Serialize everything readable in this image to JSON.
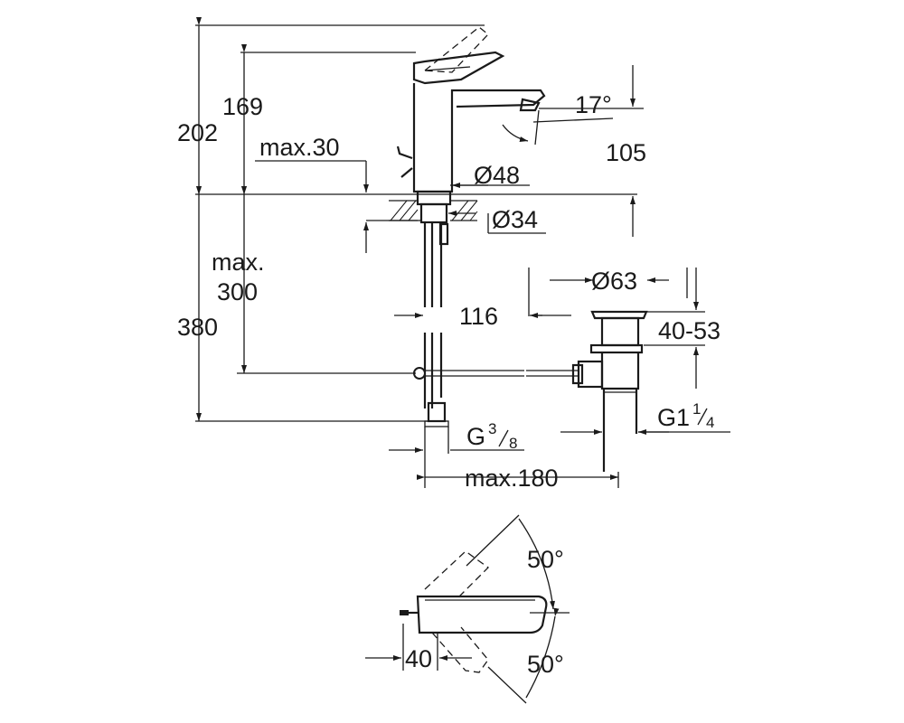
{
  "diagram": {
    "dimensions": {
      "height_202": "202",
      "height_169": "169",
      "max30": "max.30",
      "angle_17": "17°",
      "reach_105": "105",
      "dia_48": "Ø48",
      "dia_34": "Ø34",
      "max_label": "max.",
      "max_300": "300",
      "height_380": "380",
      "dist_116": "116",
      "dia_63": "Ø63",
      "range_40_53": "40-53",
      "thread_g1_main": "G1",
      "thread_g1_num": "1",
      "thread_g1_den": "4",
      "thread_g38_main": "G",
      "thread_g38_num": "3",
      "thread_g38_den": "8",
      "max_180": "max.180",
      "angle_50_top": "50°",
      "angle_50_bottom": "50°",
      "dist_40": "40"
    }
  }
}
